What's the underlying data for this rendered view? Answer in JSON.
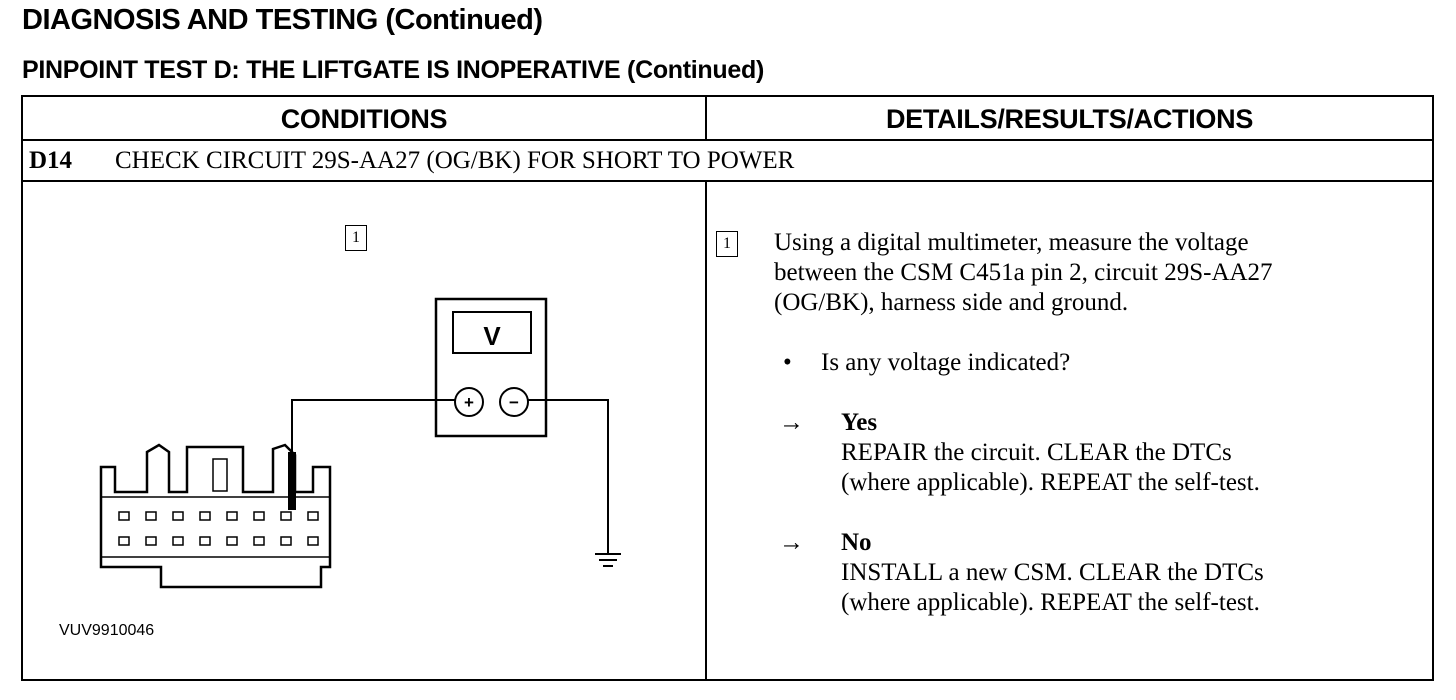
{
  "page": {
    "title": "DIAGNOSIS AND TESTING (Continued)",
    "subtitle": "PINPOINT TEST D: THE LIFTGATE IS INOPERATIVE (Continued)"
  },
  "table": {
    "col_conditions": "CONDITIONS",
    "col_details": "DETAILS/RESULTS/ACTIONS",
    "step": {
      "id": "D14",
      "title": "CHECK CIRCUIT 29S-AA27 (OG/BK) FOR SHORT TO POWER"
    }
  },
  "diagram": {
    "step_marker": "1",
    "meter_symbol": "V",
    "plus_symbol": "+",
    "minus_symbol": "−",
    "figure_id": "VUV9910046",
    "icons": [
      "multimeter-icon",
      "connector-icon",
      "ground-icon"
    ]
  },
  "details": {
    "step_marker": "1",
    "instruction": [
      "Using a digital multimeter, measure the voltage",
      "between the CSM C451a pin 2, circuit 29S-AA27",
      "(OG/BK), harness side and ground."
    ],
    "bullet": "•",
    "question": "Is any voltage indicated?",
    "arrow": "→",
    "yes": {
      "label": "Yes",
      "lines": [
        "REPAIR the circuit. CLEAR the DTCs",
        "(where applicable). REPEAT the self-test."
      ]
    },
    "no": {
      "label": "No",
      "lines": [
        "INSTALL a new CSM. CLEAR the DTCs",
        "(where applicable).  REPEAT the self-test."
      ]
    }
  }
}
